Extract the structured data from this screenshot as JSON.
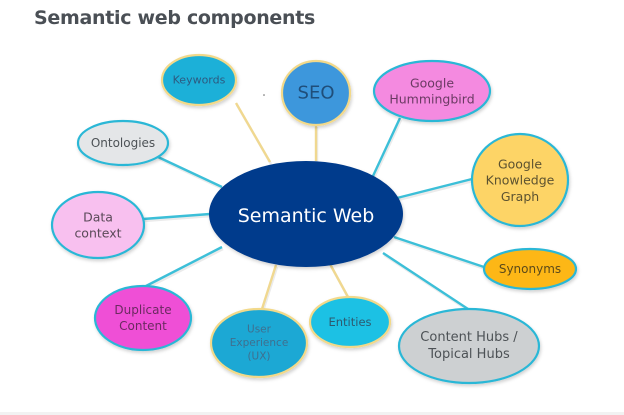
{
  "title": "Semantic web components",
  "center": {
    "label": "Semantic Web",
    "fill": "#023b8c",
    "text_color": "#ffffff"
  },
  "nodes": [
    {
      "id": "keywords",
      "lines": [
        "Keywords"
      ],
      "fill": "#1ab0d8",
      "stroke": "#f2d98a",
      "text_color": "#2d5a80",
      "link_color": "#f0d890"
    },
    {
      "id": "seo",
      "lines": [
        "SEO"
      ],
      "fill": "#3c97dc",
      "stroke": "#f2d98a",
      "text_color": "#1f4e7a",
      "link_color": "#f0d890"
    },
    {
      "id": "google-hummingbird",
      "lines": [
        "Google",
        "Hummingbird"
      ],
      "fill": "#f48ae0",
      "stroke": "#29b7d6",
      "text_color": "#6b3a63",
      "link_color": "#3cbfd8"
    },
    {
      "id": "google-knowledge-graph",
      "lines": [
        "Google",
        "Knowledge",
        "Graph"
      ],
      "fill": "#fdd466",
      "stroke": "#29b7d6",
      "text_color": "#5c5230",
      "link_color": "#3cbfd8"
    },
    {
      "id": "synonyms",
      "lines": [
        "Synonyms"
      ],
      "fill": "#fdb713",
      "stroke": "#29b7d6",
      "text_color": "#5c4a1a",
      "link_color": "#3cbfd8"
    },
    {
      "id": "content-hubs",
      "lines": [
        "Content Hubs /",
        "Topical Hubs"
      ],
      "fill": "#cdd0d2",
      "stroke": "#29b7d6",
      "text_color": "#4d5256",
      "link_color": "#3cbfd8"
    },
    {
      "id": "entities",
      "lines": [
        "Entities"
      ],
      "fill": "#1cc1e4",
      "stroke": "#f2d98a",
      "text_color": "#2d5a70",
      "link_color": "#f0d890"
    },
    {
      "id": "user-experience",
      "lines": [
        "User",
        "Experience",
        "(UX)"
      ],
      "fill": "#1aa8d4",
      "stroke": "#f2d98a",
      "text_color": "#3f6f8f",
      "link_color": "#f0d890"
    },
    {
      "id": "duplicate-content",
      "lines": [
        "Duplicate",
        "Content"
      ],
      "fill": "#ef4fd6",
      "stroke": "#29b7d6",
      "text_color": "#6b2a60",
      "link_color": "#3cbfd8"
    },
    {
      "id": "data-context",
      "lines": [
        "Data",
        "context"
      ],
      "fill": "#f8c0ef",
      "stroke": "#29b7d6",
      "text_color": "#5a4a58",
      "link_color": "#3cbfd8"
    },
    {
      "id": "ontologies",
      "lines": [
        "Ontologies"
      ],
      "fill": "#e4e6e8",
      "stroke": "#29b7d6",
      "text_color": "#4d5256",
      "link_color": "#3cbfd8"
    }
  ]
}
